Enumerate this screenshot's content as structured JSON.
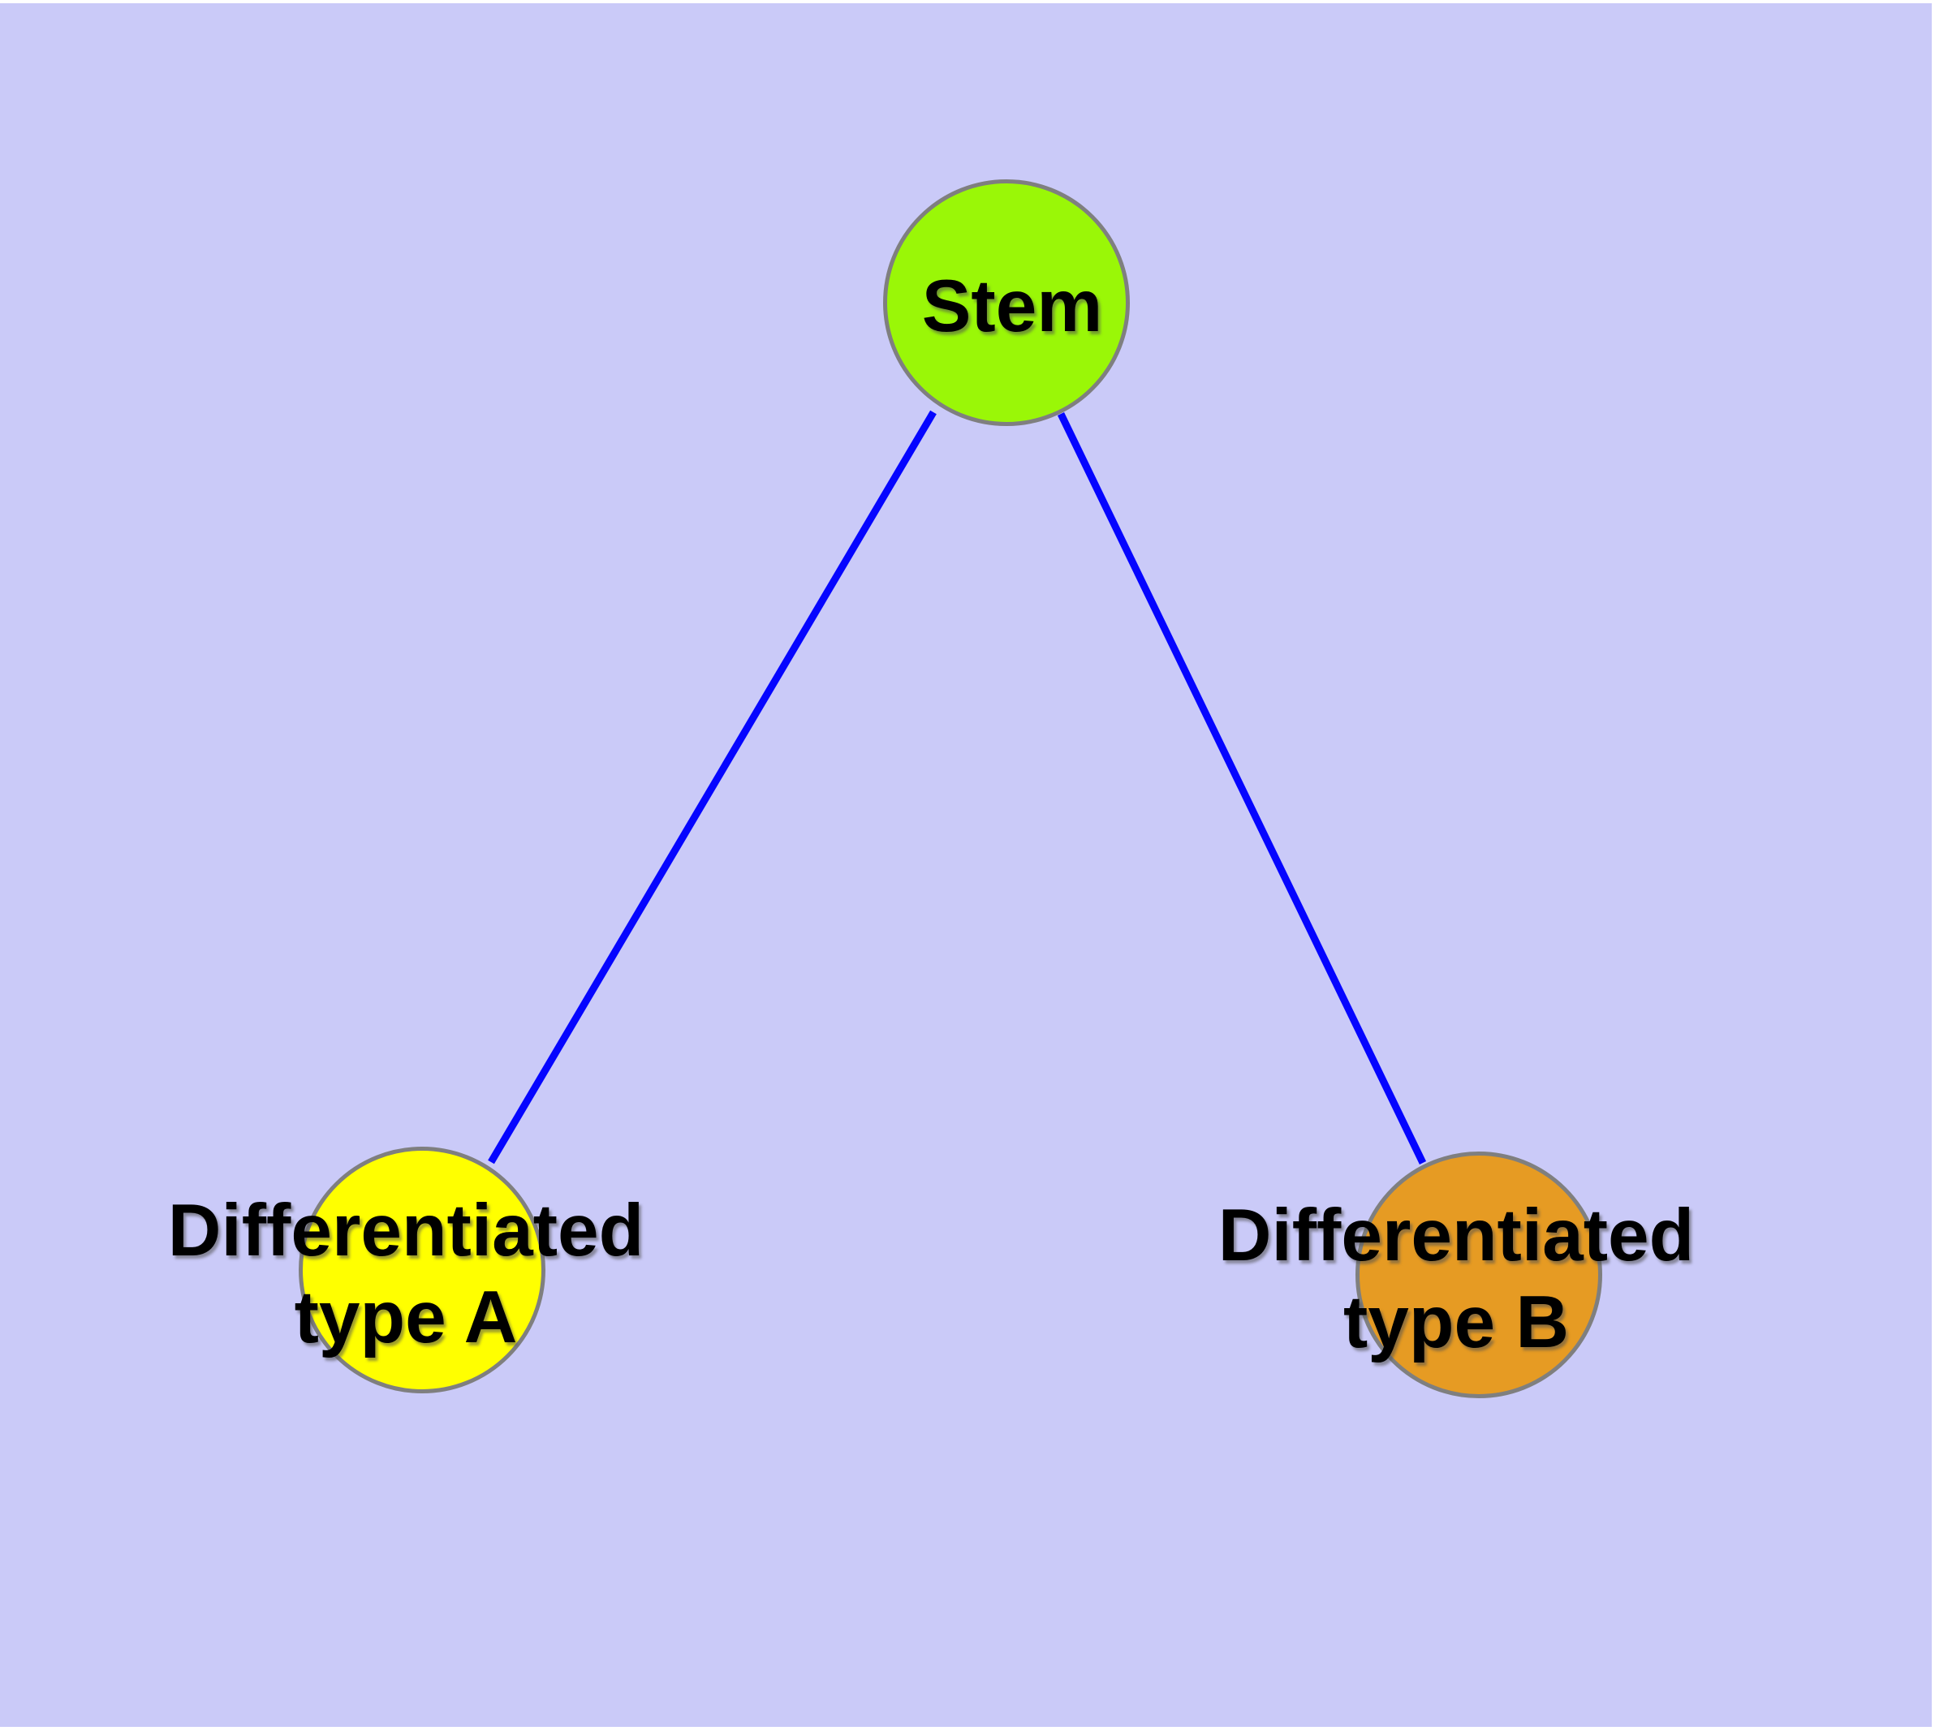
{
  "diagram": {
    "colors": {
      "background": "#cacaf8",
      "edge": "#0505ff",
      "node_border": "#7f7f7f",
      "stem_fill": "#9af707",
      "type_a_fill": "#ffff00",
      "type_b_fill": "#e69b23",
      "label_text": "#000000"
    },
    "nodes": {
      "stem": {
        "label": "Stem"
      },
      "type_a": {
        "line1": "Differentiated",
        "line2": "type A"
      },
      "type_b": {
        "line1": "Differentiated",
        "line2": "type B"
      }
    },
    "edges": {
      "stem_to_type_a": {
        "from": "Stem",
        "to": "Differentiated type A"
      },
      "stem_to_type_b": {
        "from": "Stem",
        "to": "Differentiated type B"
      }
    }
  }
}
